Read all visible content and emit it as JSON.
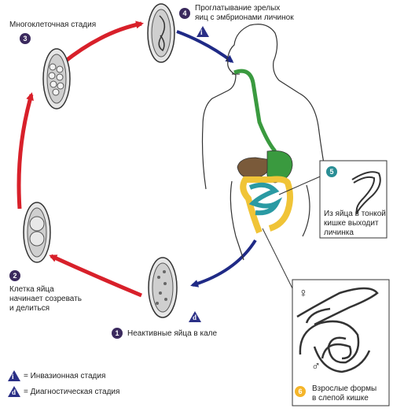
{
  "stages": {
    "s1": {
      "num": "1",
      "text": "Неактивные яйца в кале"
    },
    "s2": {
      "num": "2",
      "text": "Клетка яйца\nначинает созревать\nи делиться"
    },
    "s3": {
      "num": "3",
      "text": "Многоклеточная стадия"
    },
    "s4": {
      "num": "4",
      "text": "Проглатывание зрелых\nяиц с эмбрионами личинок"
    },
    "s5": {
      "num": "5",
      "text": "Из яйца в тонкой\nкишке выходит\nличинка"
    },
    "s6": {
      "num": "6",
      "text": "Взрослые формы\nв слепой кишке"
    }
  },
  "markers": {
    "i": "i",
    "d": "d",
    "female": "♀",
    "male": "♂"
  },
  "legend": {
    "infective": "= Инвазионная стадия",
    "diagnostic": "= Диагностическая стадия"
  },
  "colors": {
    "cycle_arrow": "#d8202a",
    "blue_arrow": "#1f2a86",
    "badge_purple": "#3b2a5e",
    "badge_teal": "#2a8e95",
    "badge_yellow": "#f5b52a",
    "egg_fill": "#cfcfcf"
  }
}
